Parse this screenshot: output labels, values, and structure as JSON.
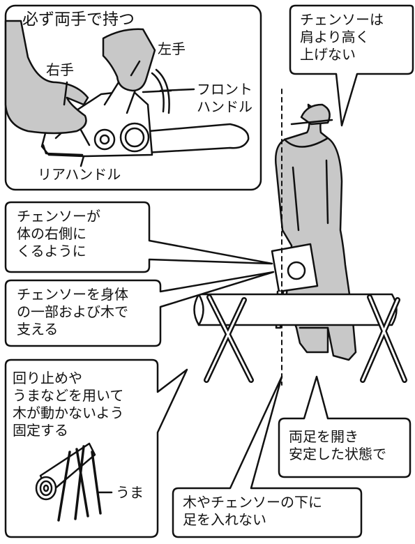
{
  "panel_hold": {
    "title": "必ず両手で持つ",
    "left_hand": "左手",
    "right_hand": "右手",
    "front_handle": "フロント\nハンドル",
    "rear_handle": "リアハンドル"
  },
  "bubble_shoulder": "チェンソーは\n肩より高く\n上げない",
  "bubble_right_side": "チェンソーが\n体の右側に\nくるように",
  "bubble_support": "チェンソーを身体\nの一部および木で\n支える",
  "panel_fix": {
    "text": "回り止めや\nうまなどを用いて\n木が動かないよう\n固定する",
    "sawhorse_label": "うま"
  },
  "bubble_feet": "両足を開き\n安定した状態で",
  "bubble_under": "木やチェンソーの下に\n足を入れない",
  "colors": {
    "outline": "#111111",
    "fill_gray": "#c8c8c8",
    "background": "#ffffff"
  }
}
